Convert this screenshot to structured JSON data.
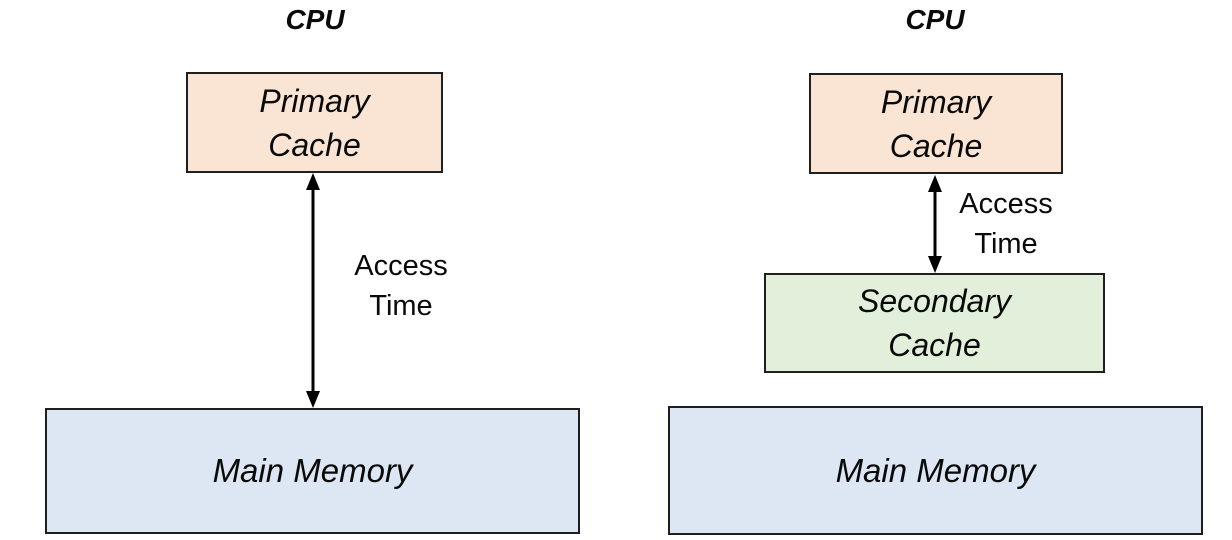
{
  "colors": {
    "primary_cache_fill": "#FAE5D4",
    "secondary_cache_fill": "#E2EFDA",
    "main_memory_fill": "#DCE7F3",
    "box_border": "#1F1F1F",
    "arrow": "#000000",
    "text": "#0A0A0A",
    "background": "#FFFFFF"
  },
  "left": {
    "cpu": "CPU",
    "primary_cache": [
      "Primary",
      "Cache"
    ],
    "access_time": [
      "Access",
      "Time"
    ],
    "main_memory": "Main Memory"
  },
  "right": {
    "cpu": "CPU",
    "primary_cache": [
      "Primary",
      "Cache"
    ],
    "access_time": [
      "Access",
      "Time"
    ],
    "secondary_cache": [
      "Secondary",
      "Cache"
    ],
    "main_memory": "Main Memory"
  }
}
